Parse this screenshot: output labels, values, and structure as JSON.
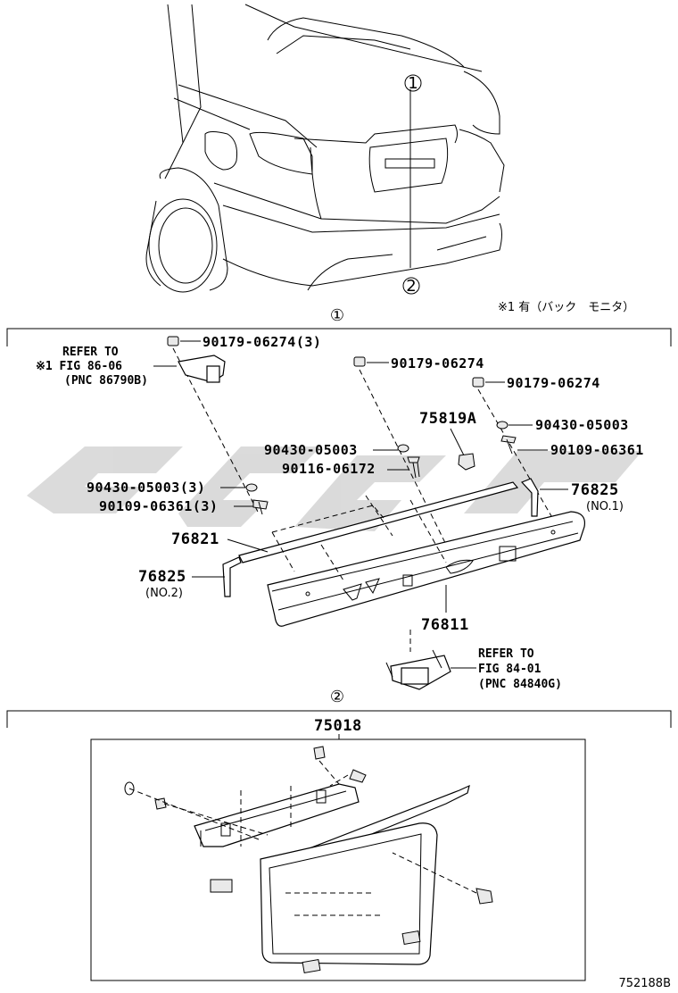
{
  "refs": {
    "top_ref1": "1",
    "top_ref2": "2",
    "section1": "①",
    "section2": "②"
  },
  "note": {
    "text": "※1 有（バック　モニタ）"
  },
  "labels": {
    "p90179_3": "90179-06274(3)",
    "refer1_line1": "REFER TO",
    "refer1_line2": "※1 FIG 86-06",
    "refer1_line3": "(PNC 86790B)",
    "p90179_a": "90179-06274",
    "p90179_b": "90179-06274",
    "p75819A": "75819A",
    "p90430_a": "90430-05003",
    "p90430_b": "90430-05003",
    "p90109_a": "90109-06361",
    "p90116": "90116-06172",
    "p90430_3": "90430-05003(3)",
    "p90109_3": "90109-06361(3)",
    "p76825_1": "76825",
    "p76825_1_sub": "(NO.1)",
    "p76821": "76821",
    "p76825_2": "76825",
    "p76825_2_sub": "(NO.2)",
    "p76811": "76811",
    "refer2_line1": "REFER TO",
    "refer2_line2": "FIG 84-01",
    "refer2_line3": "(PNC 84840G)",
    "p75018": "75018"
  },
  "footer": {
    "code": "752188B"
  },
  "colors": {
    "line": "#000000",
    "watermark": "#bdbdbd"
  }
}
